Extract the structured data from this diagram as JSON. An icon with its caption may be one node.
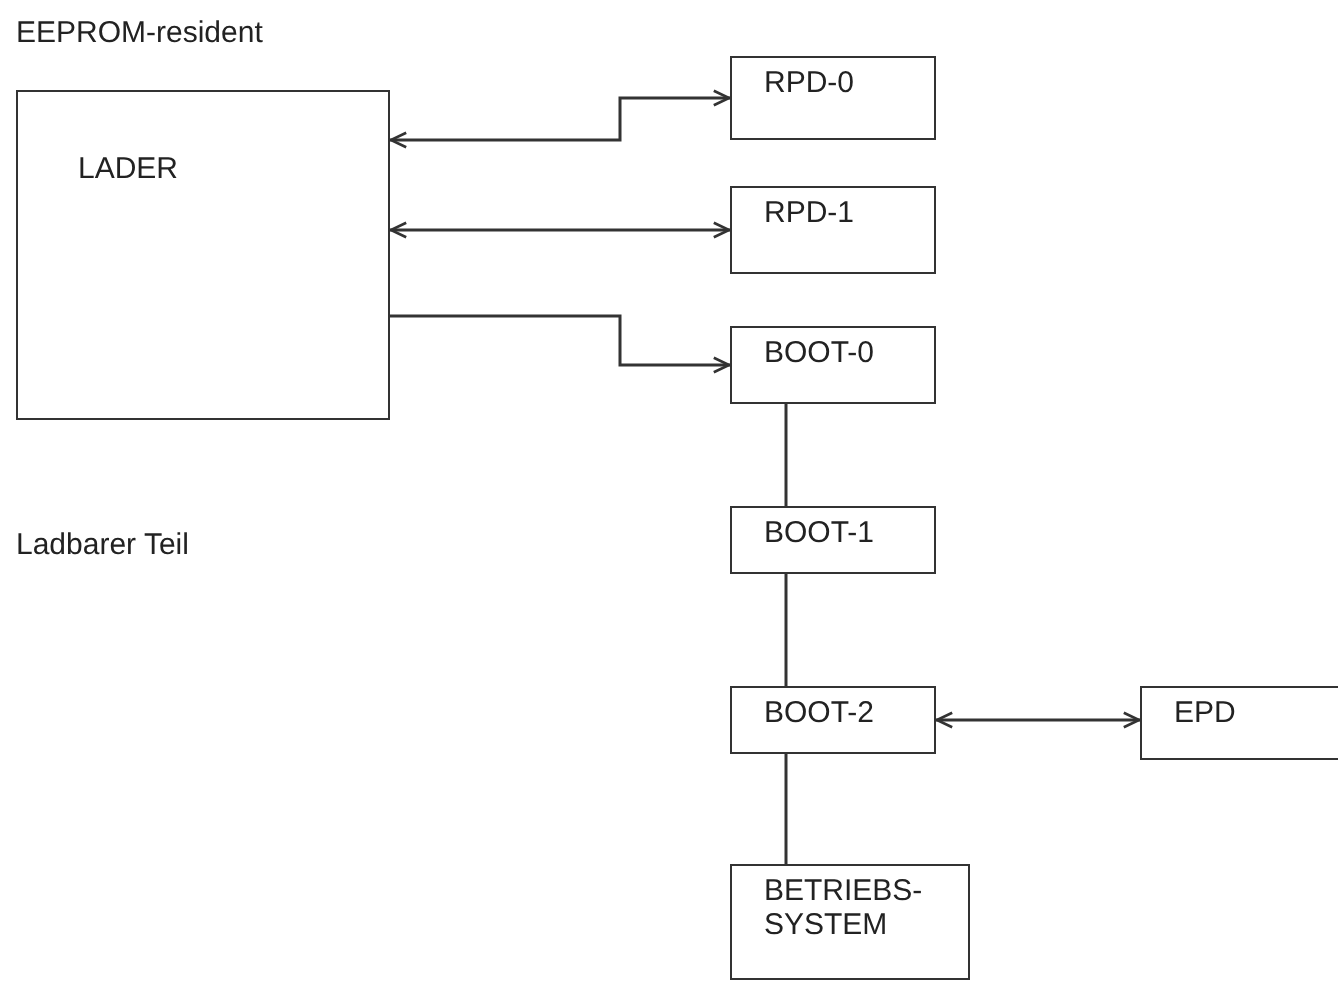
{
  "diagram": {
    "nodes": [
      {
        "text": [
          "LADER"
        ]
      },
      {
        "text": [
          "RPD-0"
        ]
      },
      {
        "text": [
          "RPD-1"
        ]
      },
      {
        "text": [
          "BOOT-0"
        ]
      },
      {
        "text": [
          "BOOT-1"
        ]
      },
      {
        "text": [
          "BOOT-2"
        ]
      },
      {
        "text": [
          "EPD"
        ]
      },
      {
        "text": [
          "BETRIEBS- SYSTEM"
        ]
      }
    ],
    "edges": [
      {
        "from": 0,
        "to": 1,
        "arrow": "both"
      },
      {
        "from": 0,
        "to": 2,
        "arrow": "both"
      },
      {
        "from": 0,
        "to": 3,
        "arrow": "to"
      },
      {
        "from": 3,
        "to": 4,
        "arrow": "none"
      },
      {
        "from": 4,
        "to": 5,
        "arrow": "none"
      },
      {
        "from": 5,
        "to": 6,
        "arrow": "both"
      },
      {
        "from": 5,
        "to": 7,
        "arrow": "none"
      }
    ],
    "labels": [
      "EEPROM-resident",
      "Ladbarer Teil"
    ]
  }
}
